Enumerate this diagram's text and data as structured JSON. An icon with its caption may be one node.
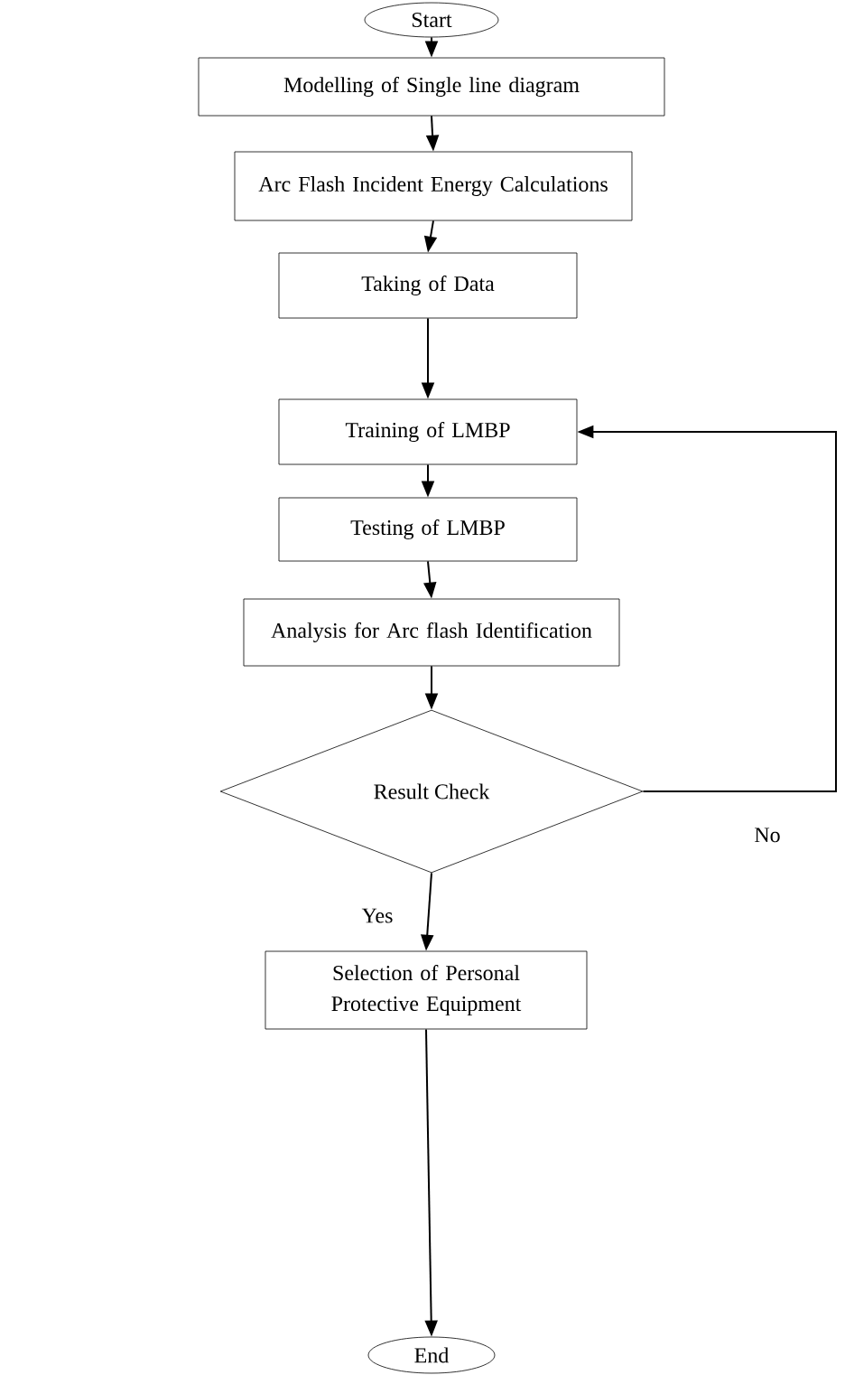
{
  "diagram": {
    "nodes": [
      {
        "text": [
          "Start"
        ]
      },
      {
        "text": [
          "Modelling of Single line diagram"
        ]
      },
      {
        "text": [
          "Arc Flash Incident Energy Calculations"
        ]
      },
      {
        "text": [
          "Taking of Data"
        ]
      },
      {
        "text": [
          "Training of LMBP"
        ]
      },
      {
        "text": [
          "Testing of LMBP"
        ]
      },
      {
        "text": [
          "Analysis for Arc flash Identification"
        ]
      },
      {
        "text": [
          "Result Check"
        ]
      },
      {
        "text": [
          "Selection of Personal Protective Equipment"
        ]
      },
      {
        "text": [
          "End"
        ]
      }
    ],
    "edges": [
      {
        "from": 0,
        "to": 1,
        "arrow": "to"
      },
      {
        "from": 1,
        "to": 2,
        "arrow": "to"
      },
      {
        "from": 2,
        "to": 3,
        "arrow": "to"
      },
      {
        "from": 3,
        "to": 4,
        "arrow": "to"
      },
      {
        "from": 4,
        "to": 5,
        "arrow": "to"
      },
      {
        "from": 5,
        "to": 6,
        "arrow": "to"
      },
      {
        "from": 6,
        "to": 7,
        "arrow": "to"
      },
      {
        "from": 7,
        "to": 4,
        "arrow": "to",
        "label": "No"
      },
      {
        "from": 7,
        "to": 8,
        "arrow": "to",
        "label": "Yes"
      },
      {
        "from": 8,
        "to": 9,
        "arrow": "to"
      }
    ]
  }
}
